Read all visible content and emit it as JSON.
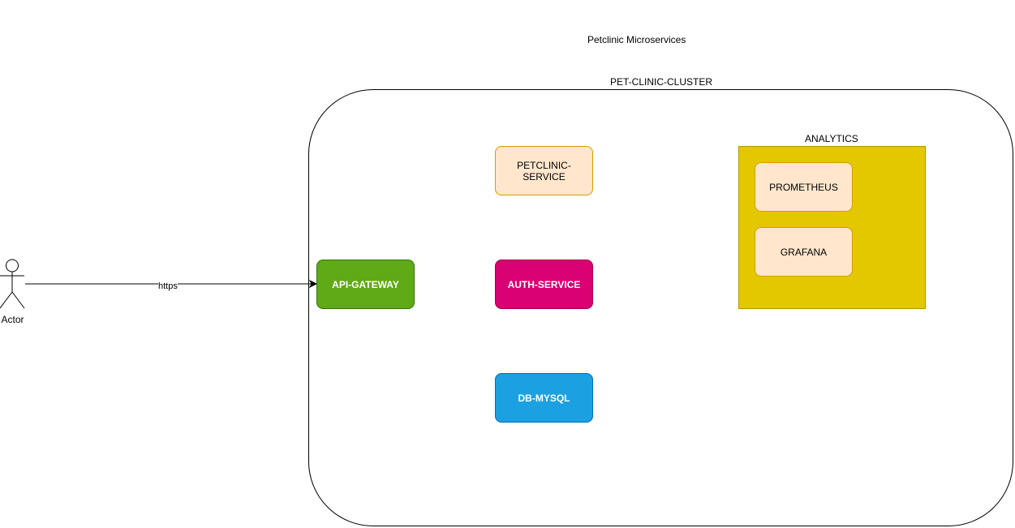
{
  "diagram": {
    "title": "Petclinic Microservices",
    "cluster_label": "PET-CLINIC-CLUSTER",
    "actor_label": "Actor",
    "edge_label": "https",
    "nodes": {
      "api_gateway": "API-GATEWAY",
      "petclinic_service": "PETCLINIC-SERVICE",
      "auth_service": "AUTH-SERVICE",
      "db_mysql": "DB-MYSQL",
      "prometheus": "PROMETHEUS",
      "grafana": "GRAFANA"
    },
    "analytics_label": "ANALYTICS"
  },
  "colors": {
    "api_gateway_fill": "#60a917",
    "auth_service_fill": "#d80073",
    "db_mysql_fill": "#1ba1e2",
    "analytics_fill": "#e3c800",
    "service_fill": "#ffe6cc",
    "service_stroke": "#d79b00"
  }
}
